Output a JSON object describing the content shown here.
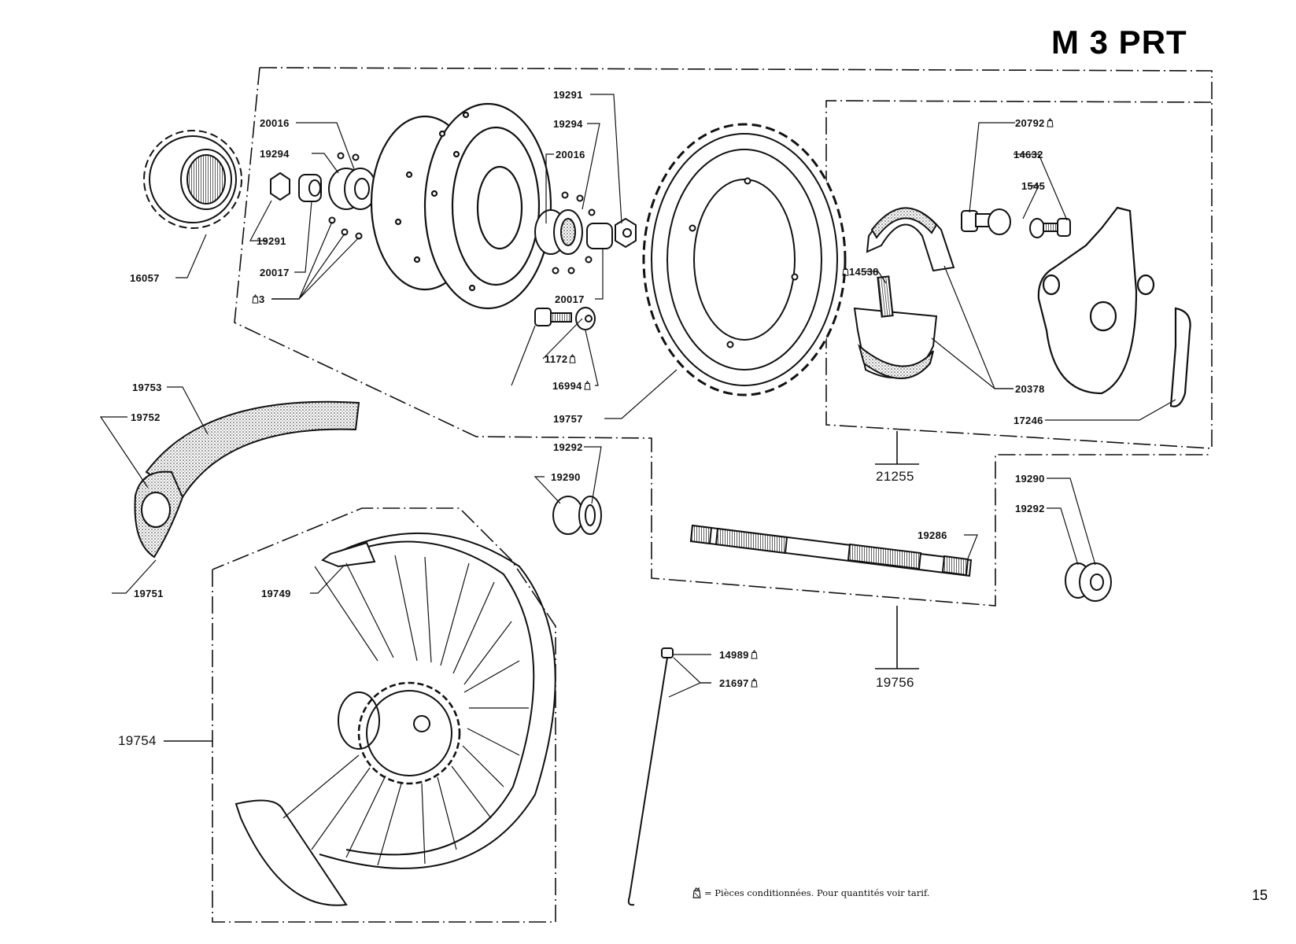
{
  "page": {
    "title": "M 3 PRT",
    "page_number": "15",
    "footer_note": "= Pièces conditionnées. Pour quantités voir tarif.",
    "footer_icon": "packaged-parts-bag-icon"
  },
  "assemblies": {
    "hub_assembly": "21255",
    "axle_assembly": "19756",
    "wheel_assembly": "19754"
  },
  "callouts": [
    {
      "id": "16057",
      "text": "16057",
      "part": "freewheel sprocket"
    },
    {
      "id": "20016a",
      "text": "20016",
      "part": "bearing"
    },
    {
      "id": "19294a",
      "text": "19294",
      "part": "cone"
    },
    {
      "id": "19291a",
      "text": "19291",
      "part": "nut"
    },
    {
      "id": "20017a",
      "text": "20017",
      "part": "spacer"
    },
    {
      "id": "3",
      "text": "3",
      "part": "balls",
      "packaged": true
    },
    {
      "id": "19291b",
      "text": "19291",
      "part": "nut"
    },
    {
      "id": "19294b",
      "text": "19294",
      "part": "cone"
    },
    {
      "id": "20016b",
      "text": "20016",
      "part": "bearing"
    },
    {
      "id": "20017b",
      "text": "20017",
      "part": "spacer"
    },
    {
      "id": "1172",
      "text": "1172",
      "part": "nut",
      "packaged": true
    },
    {
      "id": "16994",
      "text": "16994",
      "part": "bolt",
      "packaged": true
    },
    {
      "id": "19757",
      "text": "19757",
      "part": "rear sprocket"
    },
    {
      "id": "20792",
      "text": "20792",
      "part": "brake cam",
      "packaged": true
    },
    {
      "id": "14632",
      "text": "14632",
      "part": "screw"
    },
    {
      "id": "1545",
      "text": "1545",
      "part": "washer"
    },
    {
      "id": "14538",
      "text": "14538",
      "part": "spring",
      "packaged": true
    },
    {
      "id": "20378",
      "text": "20378",
      "part": "brake shoes"
    },
    {
      "id": "17246",
      "text": "17246",
      "part": "brake lever"
    },
    {
      "id": "19753",
      "text": "19753",
      "part": "tyre"
    },
    {
      "id": "19752",
      "text": "19752",
      "part": "inner tube"
    },
    {
      "id": "19751",
      "text": "19751",
      "part": "valve"
    },
    {
      "id": "19292a",
      "text": "19292",
      "part": "washer"
    },
    {
      "id": "19290a",
      "text": "19290",
      "part": "axle nut"
    },
    {
      "id": "19286",
      "text": "19286",
      "part": "axle"
    },
    {
      "id": "19290b",
      "text": "19290",
      "part": "axle nut"
    },
    {
      "id": "19292b",
      "text": "19292",
      "part": "washer"
    },
    {
      "id": "19749",
      "text": "19749",
      "part": "rim"
    },
    {
      "id": "14989",
      "text": "14989",
      "part": "spoke nipple",
      "packaged": true
    },
    {
      "id": "21697",
      "text": "21697",
      "part": "spoke",
      "packaged": true
    }
  ]
}
